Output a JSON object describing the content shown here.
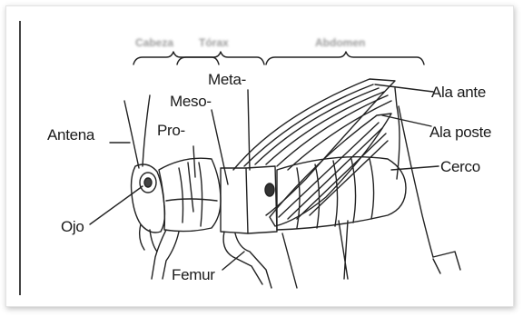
{
  "diagram": {
    "labels": {
      "antena": "Antena",
      "ojo": "Ojo",
      "pro": "Pro-",
      "meso": "Meso-",
      "meta": "Meta-",
      "femur": "Femur",
      "ala_anterior": "Ala ante",
      "ala_posterior": "Ala poste",
      "cerco": "Cerco"
    },
    "header_blurred": [
      "Cabeza",
      "Tórax",
      "Abdomen"
    ]
  },
  "colors": {
    "ink": "#1a1a1a",
    "frame_shadow": "#bdbdbd"
  }
}
